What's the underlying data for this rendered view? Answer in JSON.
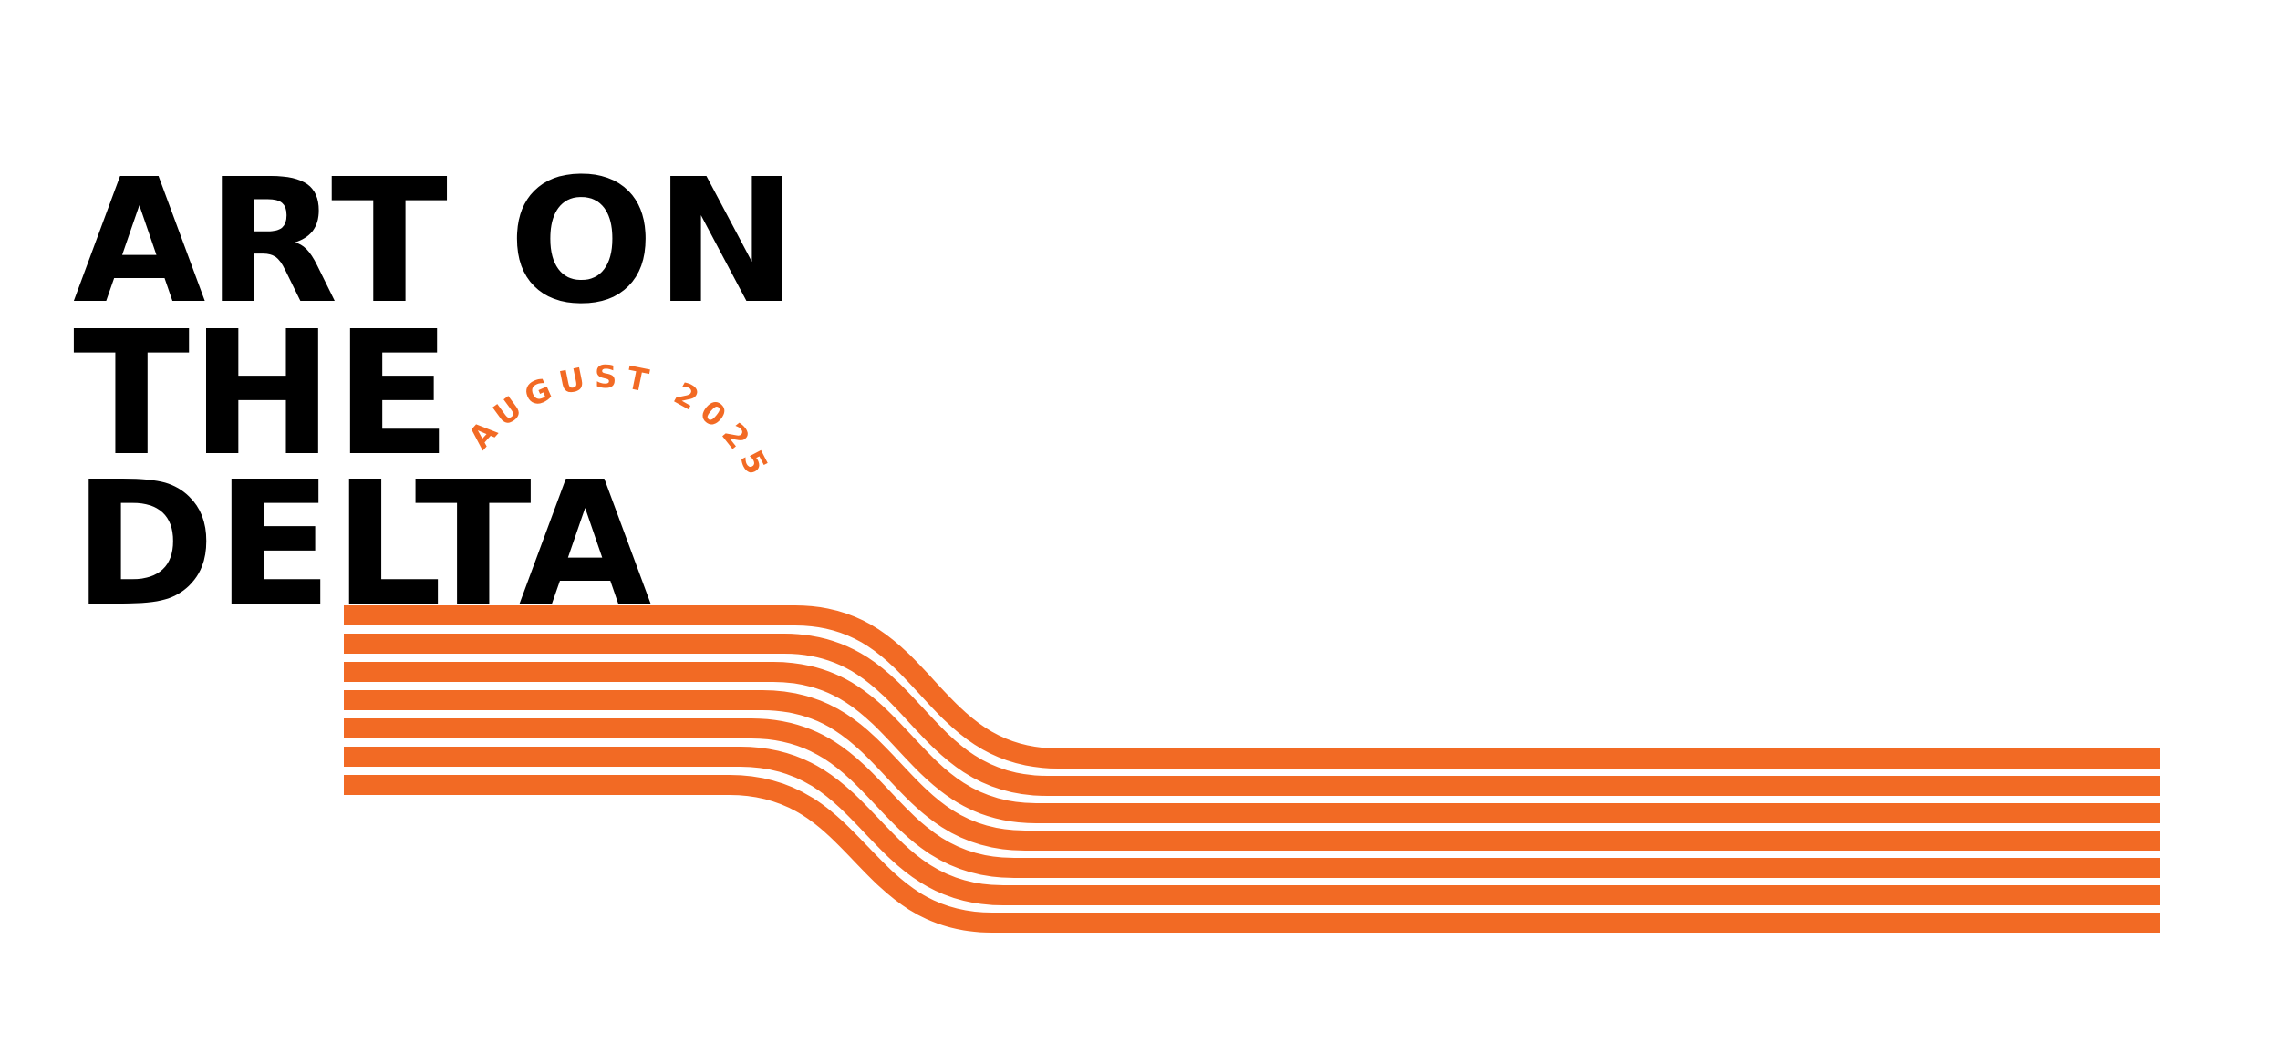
{
  "title": {
    "lines": [
      "ART ON",
      "THE",
      "DELTA"
    ]
  },
  "date_label": "AUGUST 2025",
  "colors": {
    "background": "#ffffff",
    "title": "#000000",
    "accent": "#f26a24"
  }
}
